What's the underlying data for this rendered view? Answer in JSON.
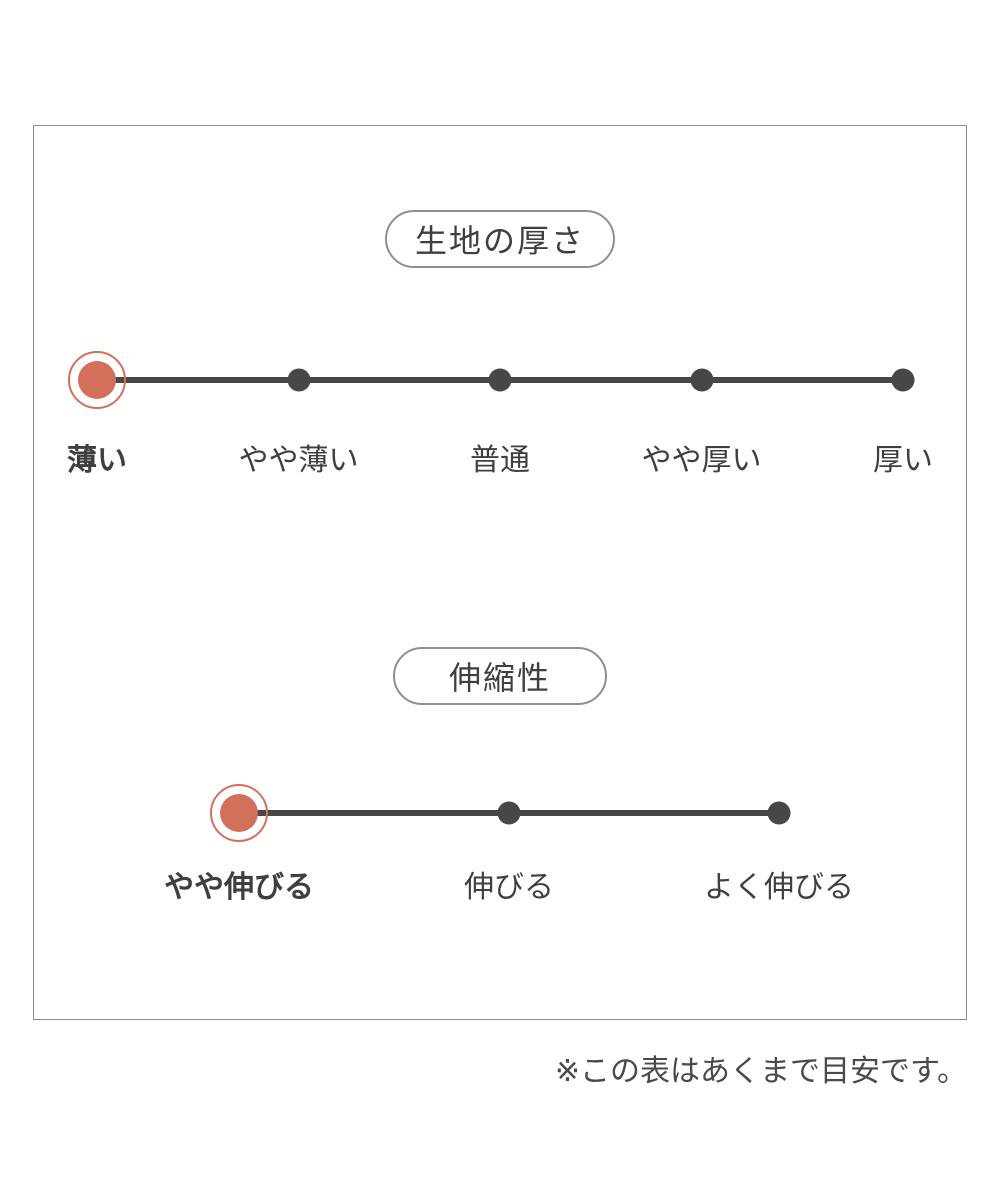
{
  "colors": {
    "accent": "#d3705b",
    "track": "#474747",
    "text": "#3f3f3f",
    "muted": "#4a4a4a",
    "border": "#8f8f8f"
  },
  "scales": [
    {
      "title": "生地の厚さ",
      "items": [
        "薄い",
        "やや薄い",
        "普通",
        "やや厚い",
        "厚い"
      ],
      "selected": "薄い",
      "selected_index": 0
    },
    {
      "title": "伸縮性",
      "items": [
        "やや伸びる",
        "伸びる",
        "よく伸びる"
      ],
      "selected": "やや伸びる",
      "selected_index": 0
    }
  ],
  "note": "※この表はあくまで目安です。"
}
